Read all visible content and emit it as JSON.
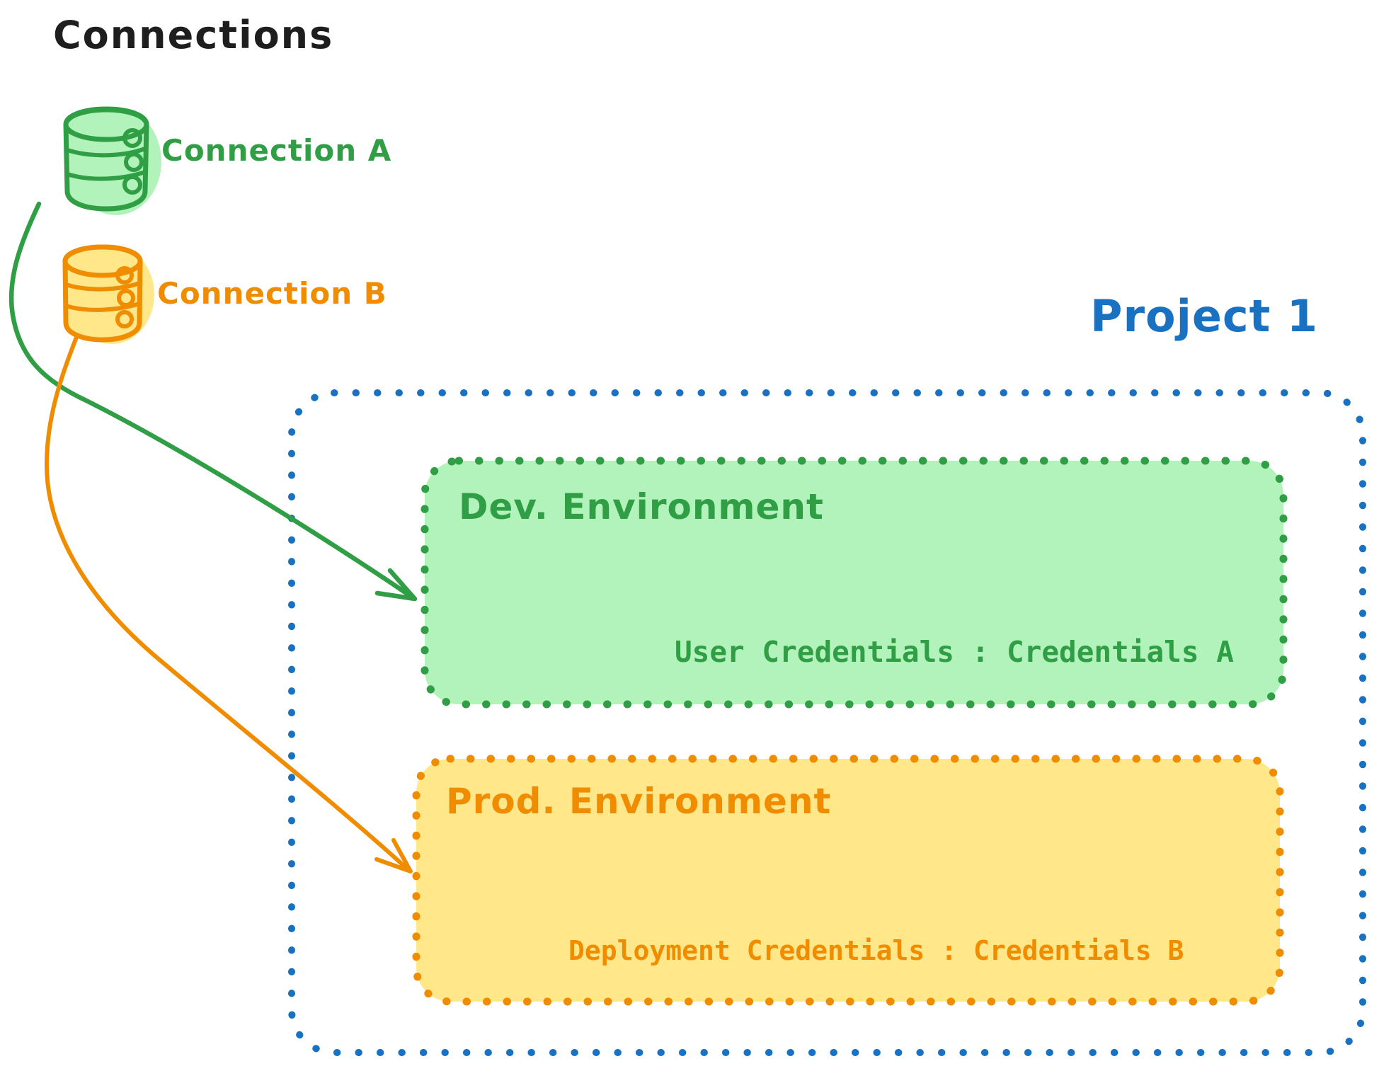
{
  "title": "Connections",
  "connections": [
    {
      "label": "Connection A",
      "color": "#2f9e44",
      "fill": "#b2f2bb",
      "icon": "database-cylinder-icon"
    },
    {
      "label": "Connection B",
      "color": "#f08c00",
      "fill": "#ffe78a",
      "icon": "database-cylinder-icon"
    }
  ],
  "project": {
    "title": "Project 1",
    "border_color": "#1971c2",
    "environments": [
      {
        "name": "Dev. Environment",
        "credentials": "User Credentials : Credentials A",
        "stroke": "#2f9e44",
        "fill": "#b2f2bb"
      },
      {
        "name": "Prod. Environment",
        "credentials": "Deployment Credentials : Credentials B",
        "stroke": "#f08c00",
        "fill": "#ffe78a"
      }
    ]
  },
  "arrows": [
    {
      "name": "connection-a-to-dev",
      "color": "#2f9e44"
    },
    {
      "name": "connection-b-to-prod",
      "color": "#f08c00"
    }
  ]
}
